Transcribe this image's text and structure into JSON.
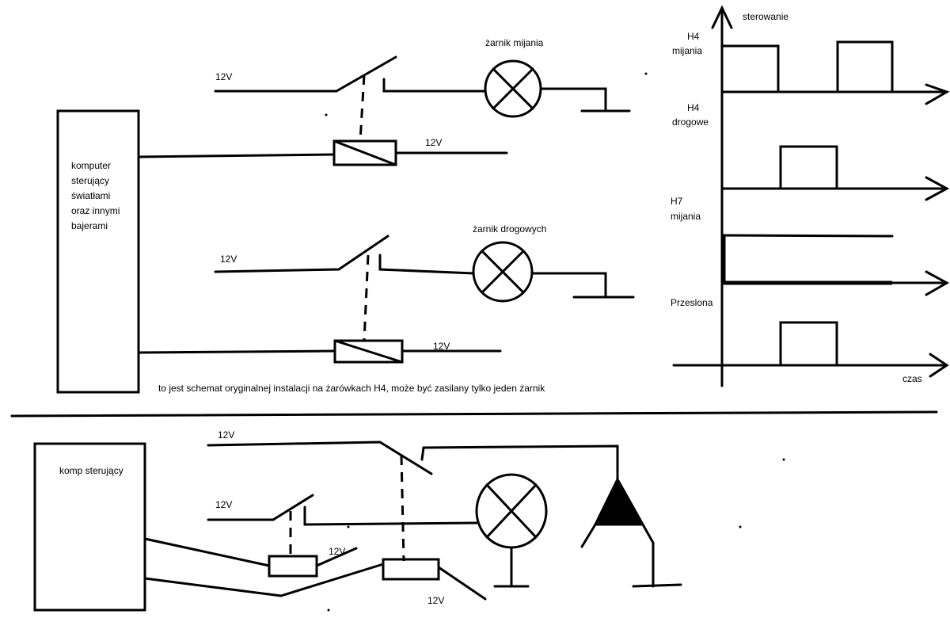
{
  "top_schematic": {
    "computer_label": [
      "komputer",
      "sterujący",
      "światłami",
      "oraz innymi",
      "bajerami"
    ],
    "circuit_low_beam": {
      "supply_label": "12V",
      "relay_supply_label": "12V",
      "lamp_label": "żarnik mijania"
    },
    "circuit_high_beam": {
      "supply_label": "12V",
      "relay_supply_label": "12V",
      "lamp_label": "żarnik drogowych"
    },
    "caption": "to jest schemat oryginalnej instalacji na żarówkach H4, może być zasilany tylko jeden żarnik"
  },
  "timing_diagram": {
    "y_axis_label": "sterowanie",
    "x_axis_label": "czas",
    "signals": [
      {
        "label": [
          "H4",
          "mijania"
        ]
      },
      {
        "label": [
          "H4",
          "drogowe"
        ]
      },
      {
        "label": [
          "H7",
          "mijania"
        ]
      },
      {
        "label": [
          "Przeslona"
        ]
      }
    ]
  },
  "bottom_schematic": {
    "computer_label": "komp sterujący",
    "supply_labels": [
      "12V",
      "12V",
      "12V",
      "12V"
    ]
  }
}
